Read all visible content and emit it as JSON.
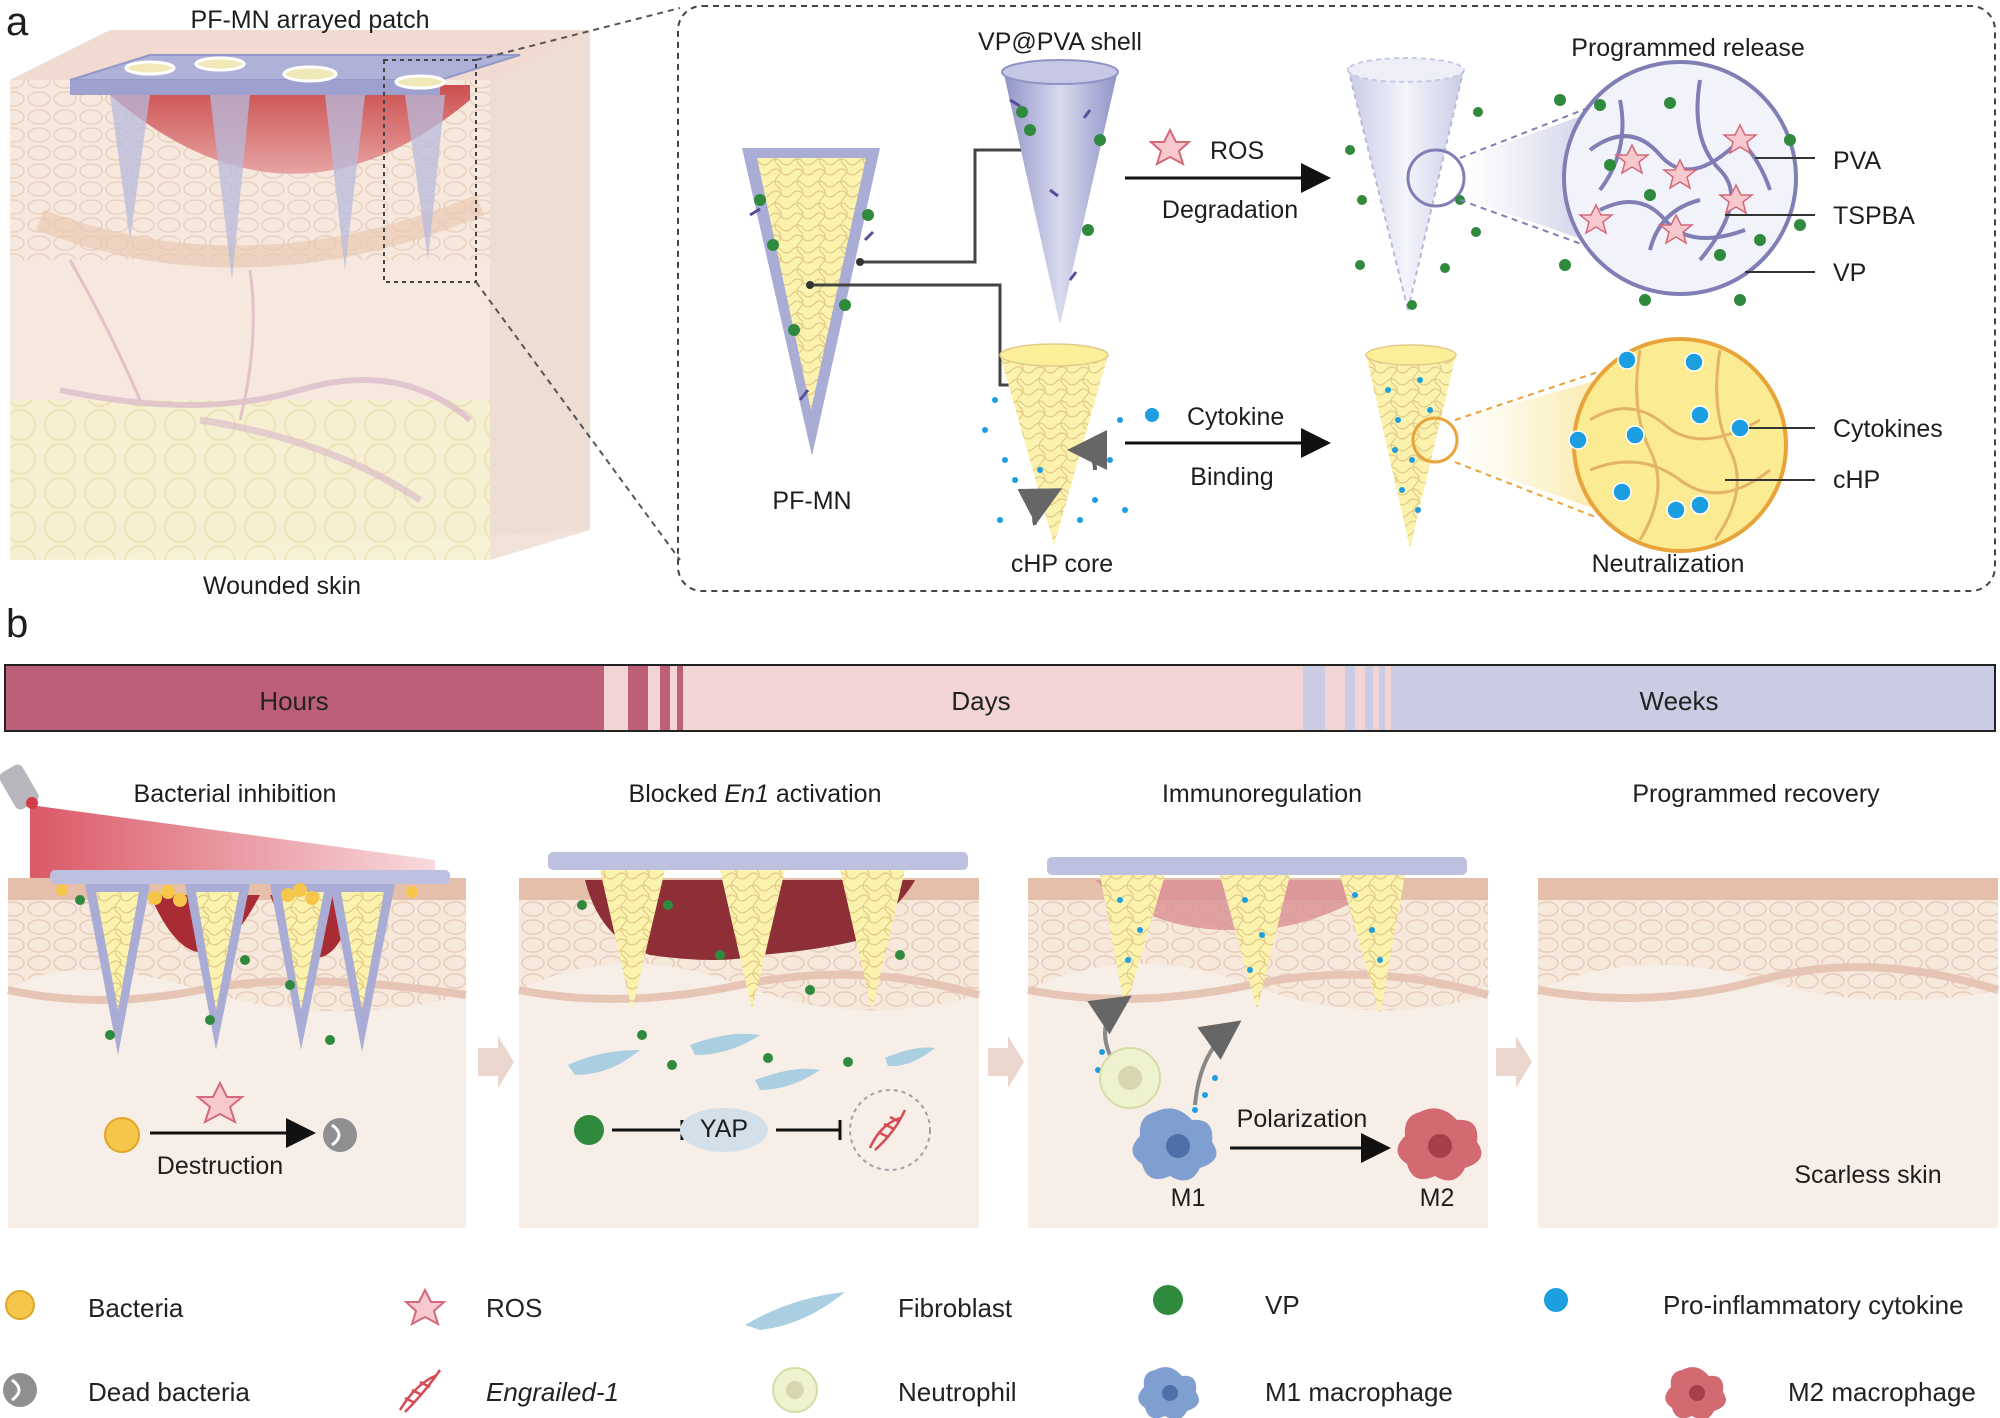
{
  "panel_a": {
    "letter": "a",
    "patch_title": "PF-MN arrayed patch",
    "skin_caption": "Wounded skin",
    "shell_label": "VP@PVA shell",
    "core_label": "cHP core",
    "needle_label": "PF-MN",
    "ros_label": "ROS",
    "degradation_label": "Degradation",
    "cytokine_label": "Cytokine",
    "binding_label": "Binding",
    "programmed_release": "Programmed release",
    "neutralization": "Neutralization",
    "pva": "PVA",
    "tspba": "TSPBA",
    "vp": "VP",
    "cytokines": "Cytokines",
    "chp": "cHP"
  },
  "panel_b": {
    "letter": "b",
    "timeline": {
      "hours": "Hours",
      "days": "Days",
      "weeks": "Weeks"
    },
    "stages": {
      "s1": "Bacterial inhibition",
      "s2_prefix": "Blocked ",
      "s2_italic": "En1",
      "s2_suffix": " activation",
      "s3": "Immunoregulation",
      "s4": "Programmed recovery"
    },
    "destruction": "Destruction",
    "yap": "YAP",
    "polarization": "Polarization",
    "m1": "M1",
    "m2": "M2",
    "scarless": "Scarless skin"
  },
  "legend": {
    "bacteria": "Bacteria",
    "ros": "ROS",
    "fibroblast": "Fibroblast",
    "vp": "VP",
    "cytokine": "Pro-inflammatory cytokine",
    "dead_bacteria": "Dead bacteria",
    "engrailed": "Engrailed-1",
    "neutrophil": "Neutrophil",
    "m1_macrophage": "M1 macrophage",
    "m2_macrophage": "M2 macrophage"
  },
  "colors": {
    "hours": "#bd5f78",
    "days": "#f3d4d5",
    "weeks": "#c9cce2",
    "shell": "#a9acd4",
    "core": "#fbf3ad",
    "vp_green": "#2f8a3d",
    "cytokine_blue": "#1c9ee0",
    "wound_red": "#b83a3a"
  }
}
